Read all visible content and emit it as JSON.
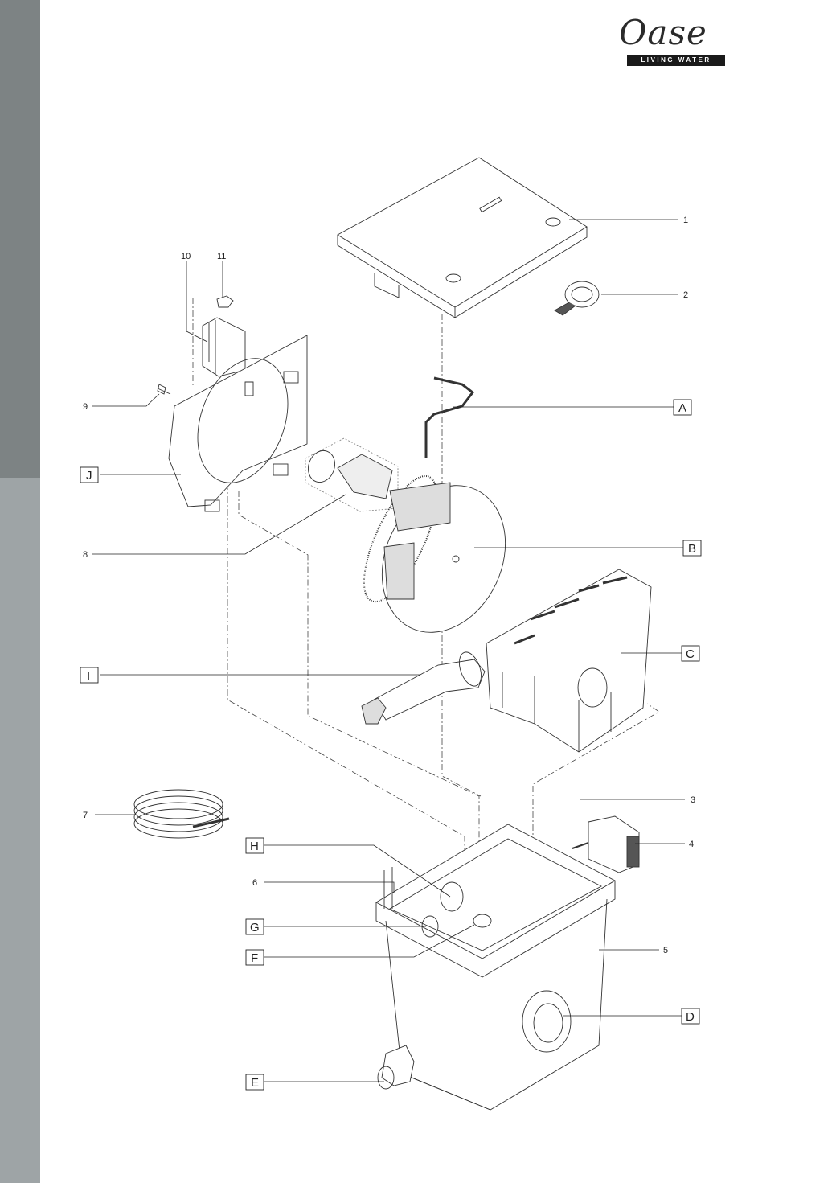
{
  "logo": {
    "word": "Oase",
    "tagline": "LIVING WATER"
  },
  "number_callouts": [
    "1",
    "2",
    "3",
    "4",
    "5",
    "6",
    "7",
    "8",
    "9",
    "10",
    "11"
  ],
  "letter_callouts": [
    "A",
    "B",
    "C",
    "D",
    "E",
    "F",
    "G",
    "H",
    "I",
    "J"
  ]
}
